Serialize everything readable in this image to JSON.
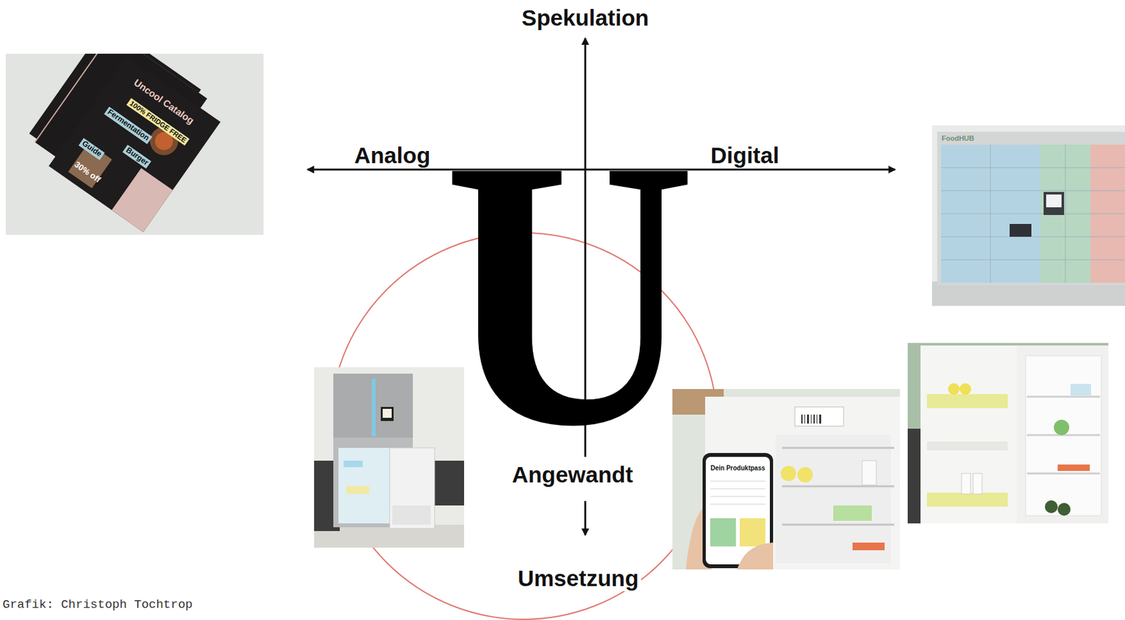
{
  "diagram": {
    "caption": "Grafik: Christoph Tochtrop",
    "labels": [
      "Spekulation",
      "Analog",
      "Digital",
      "U",
      "Angewandt",
      "Umsetzung",
      "Uncool Catalog",
      "100% FRIDGE FREE",
      "Fermentation",
      "Burger",
      "Guide",
      "30% off",
      "FoodHUB",
      "Dein Produktpass"
    ]
  }
}
